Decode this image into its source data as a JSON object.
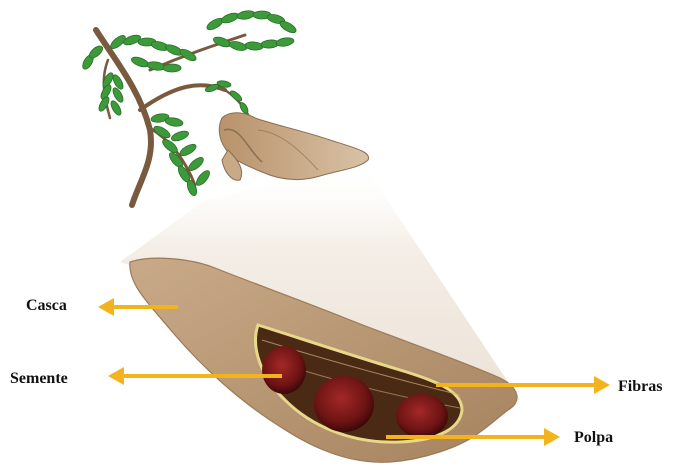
{
  "labels": {
    "casca": "Casca",
    "semente": "Semente",
    "fibras": "Fibras",
    "polpa": "Polpa"
  },
  "icons": {
    "tree_branch": "tamarind-branch-icon",
    "small_pod": "tamarind-pod-icon",
    "pod_cross_section": "tamarind-pod-cross-section-icon",
    "arrow": "arrow-icon"
  },
  "colors": {
    "arrow": "#f2b31c",
    "shell": "#b99876",
    "shell_dark": "#8a6e54",
    "seed": "#7a1a1a",
    "leaf": "#3d9a3a",
    "fiber_line": "#e8d98a"
  }
}
